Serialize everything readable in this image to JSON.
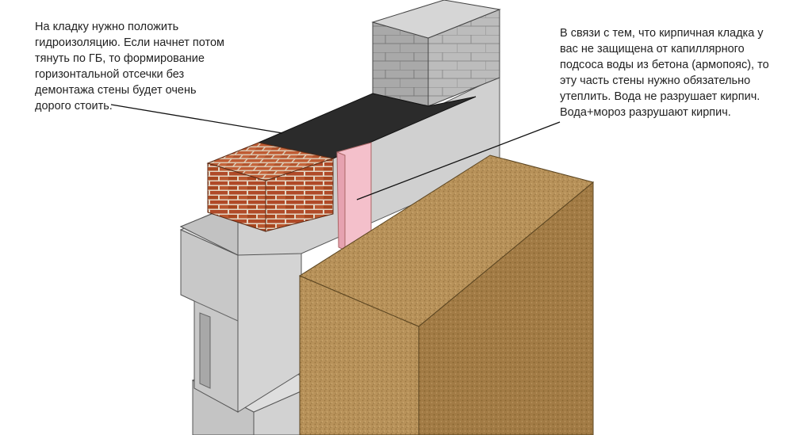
{
  "annotations": {
    "left": {
      "lines": [
        "На кладку нужно положить",
        "гидроизоляцию. Если начнет потом",
        "тянуть по ГБ, то формирование",
        "горизонтальной отсечки без",
        "демонтажа стены будет очень",
        "дорого стоить."
      ]
    },
    "right": {
      "lines": [
        "В связи с тем, что кирпичная кладка у",
        "вас не защищена от капиллярного",
        "подсоса воды из бетона (армопояс), то",
        "эту часть стены нужно обязательно",
        "утеплить. Вода не разрушает кирпич.",
        "Вода+мороз разрушают кирпич."
      ]
    }
  },
  "colors": {
    "concrete": "#c9c9c9",
    "gas_block": "#bdbdbd",
    "brick": "#b5532e",
    "mortar": "#e6d9c8",
    "waterproofing": "#2b2b2b",
    "insulation": "#f2b7c3",
    "soil": "#b8925a"
  }
}
